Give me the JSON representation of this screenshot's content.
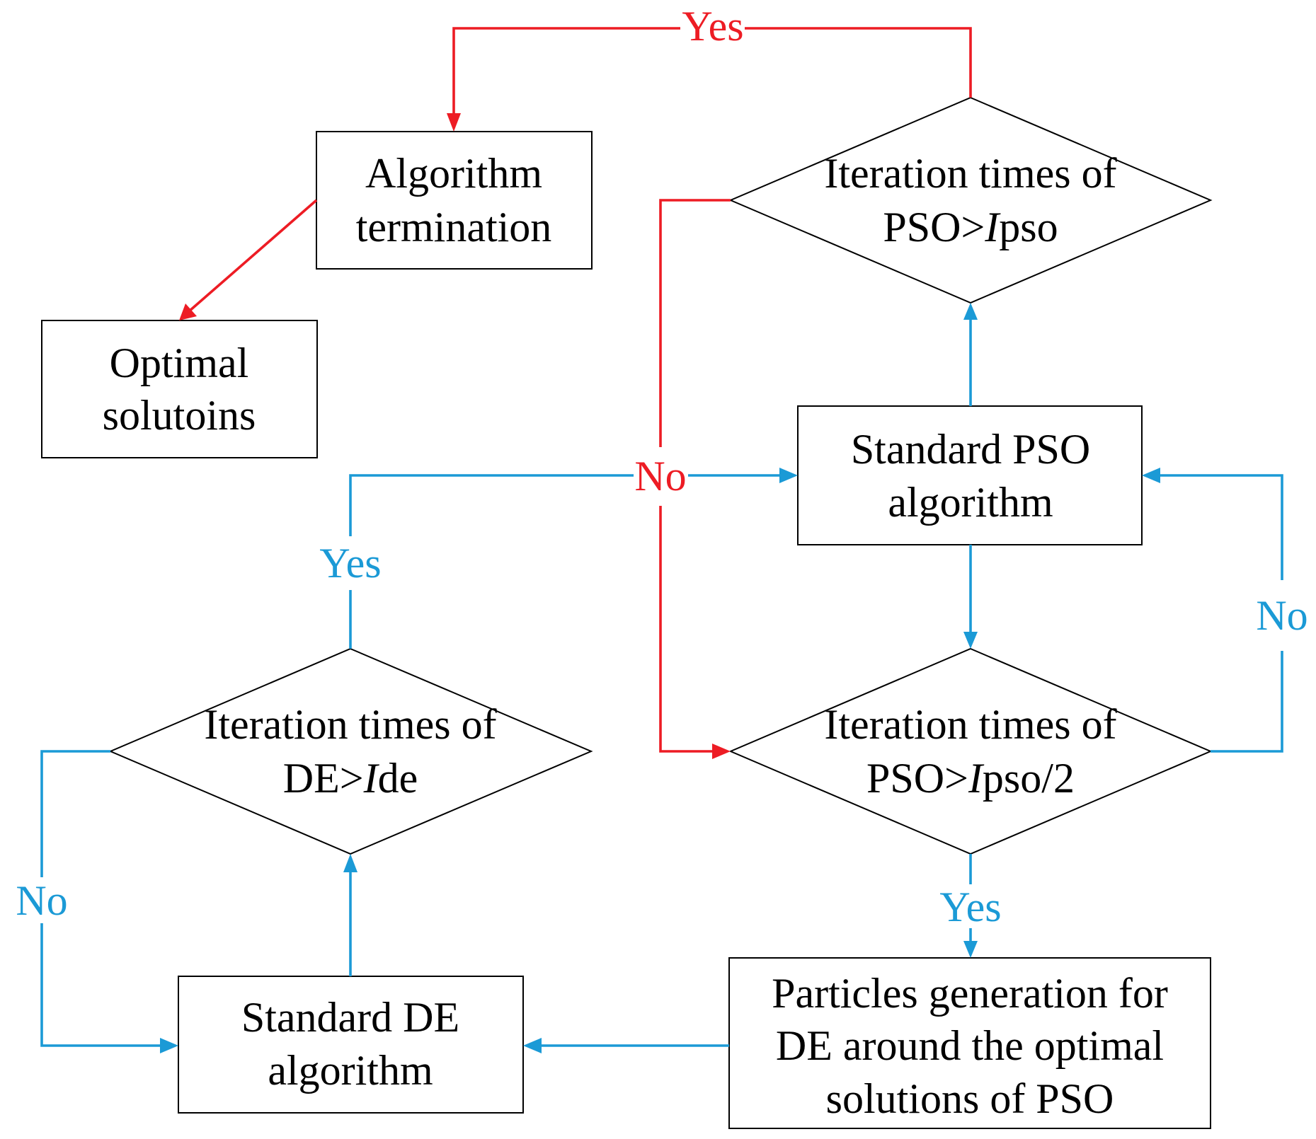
{
  "colors": {
    "red": "#ed1c24",
    "blue": "#1b9ad6",
    "black": "#000000"
  },
  "nodes": {
    "algorithm_termination": {
      "lines": [
        "Algorithm",
        "termination"
      ]
    },
    "optimal_solutions": {
      "lines": [
        "Optimal",
        "solutoins"
      ]
    },
    "decision_pso": {
      "lines": [
        "Iteration times of",
        "PSO>",
        "I",
        "pso"
      ]
    },
    "standard_pso": {
      "lines": [
        "Standard PSO",
        "algorithm"
      ]
    },
    "decision_pso_half": {
      "lines": [
        "Iteration times of",
        "PSO>",
        "I",
        "pso/2"
      ]
    },
    "decision_de": {
      "lines": [
        "Iteration times of",
        "DE>",
        "I",
        "de"
      ]
    },
    "standard_de": {
      "lines": [
        "Standard DE",
        "algorithm"
      ]
    },
    "particles_generation": {
      "lines": [
        "Particles generation for",
        "DE around the optimal",
        "solutions of PSO"
      ]
    }
  },
  "edge_labels": {
    "pso_yes": "Yes",
    "pso_no": "No",
    "de_yes": "Yes",
    "de_no": "No",
    "half_yes": "Yes",
    "half_no": "No"
  }
}
